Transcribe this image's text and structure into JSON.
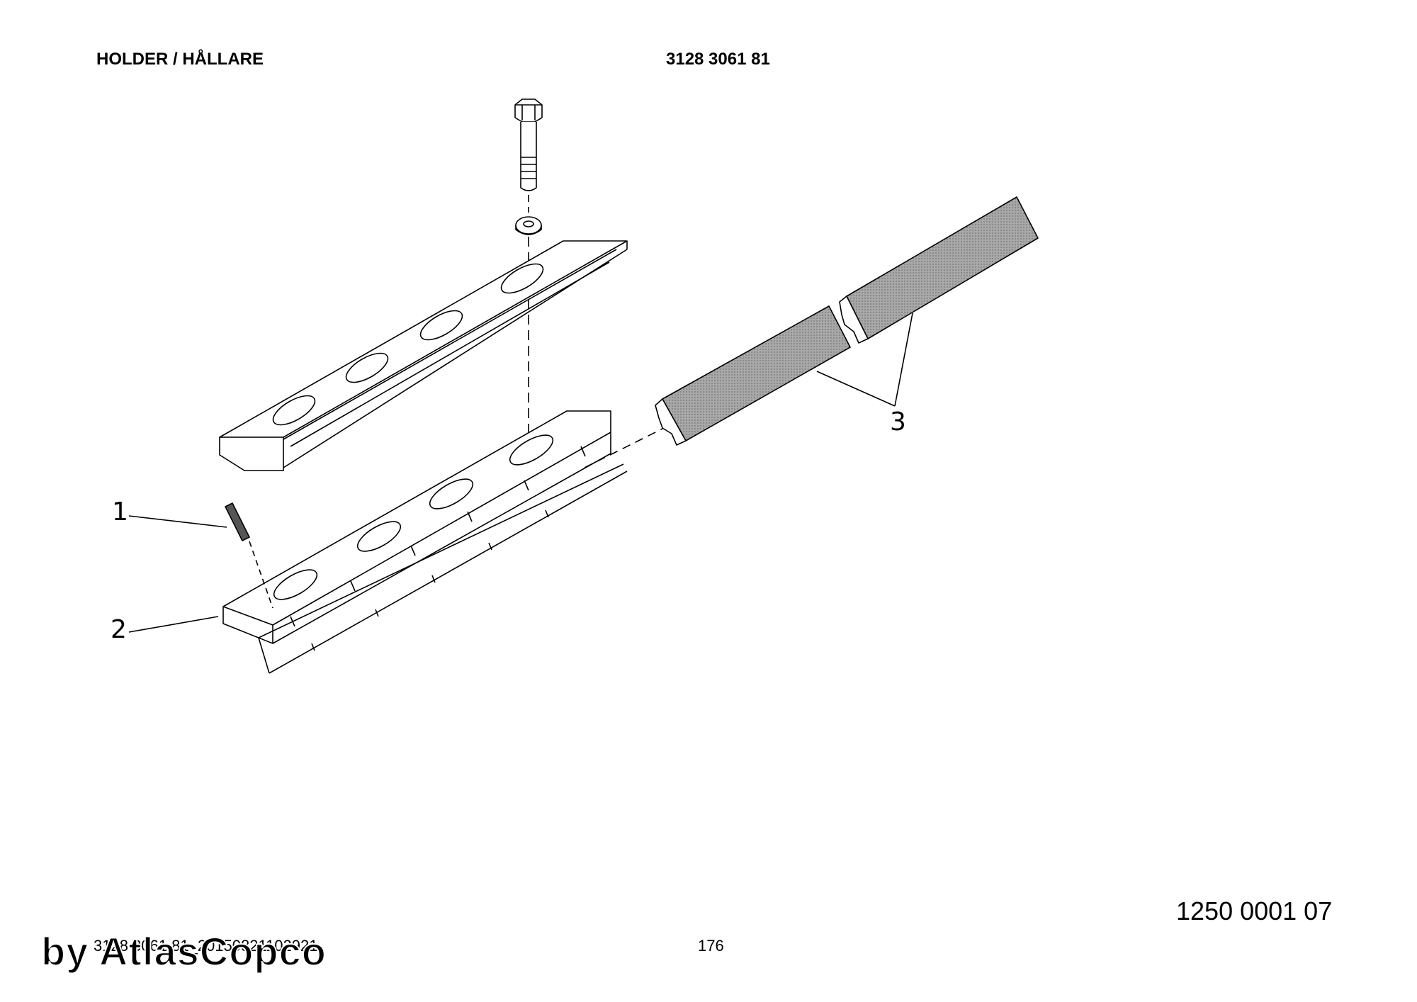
{
  "header": {
    "title": "HOLDER / HÅLLARE",
    "part_number": "3128 3061 81"
  },
  "callouts": [
    "1",
    "2",
    "3"
  ],
  "drawing_number": "1250 0001 07",
  "footer": {
    "doc_id": "3128 3061 81_20150821102921",
    "page": "176"
  },
  "watermark": "by AtlasCopco",
  "colors": {
    "line": "#000000",
    "rubber_fill": "#9a9a9a",
    "pin_fill": "#555555",
    "background": "#ffffff"
  }
}
